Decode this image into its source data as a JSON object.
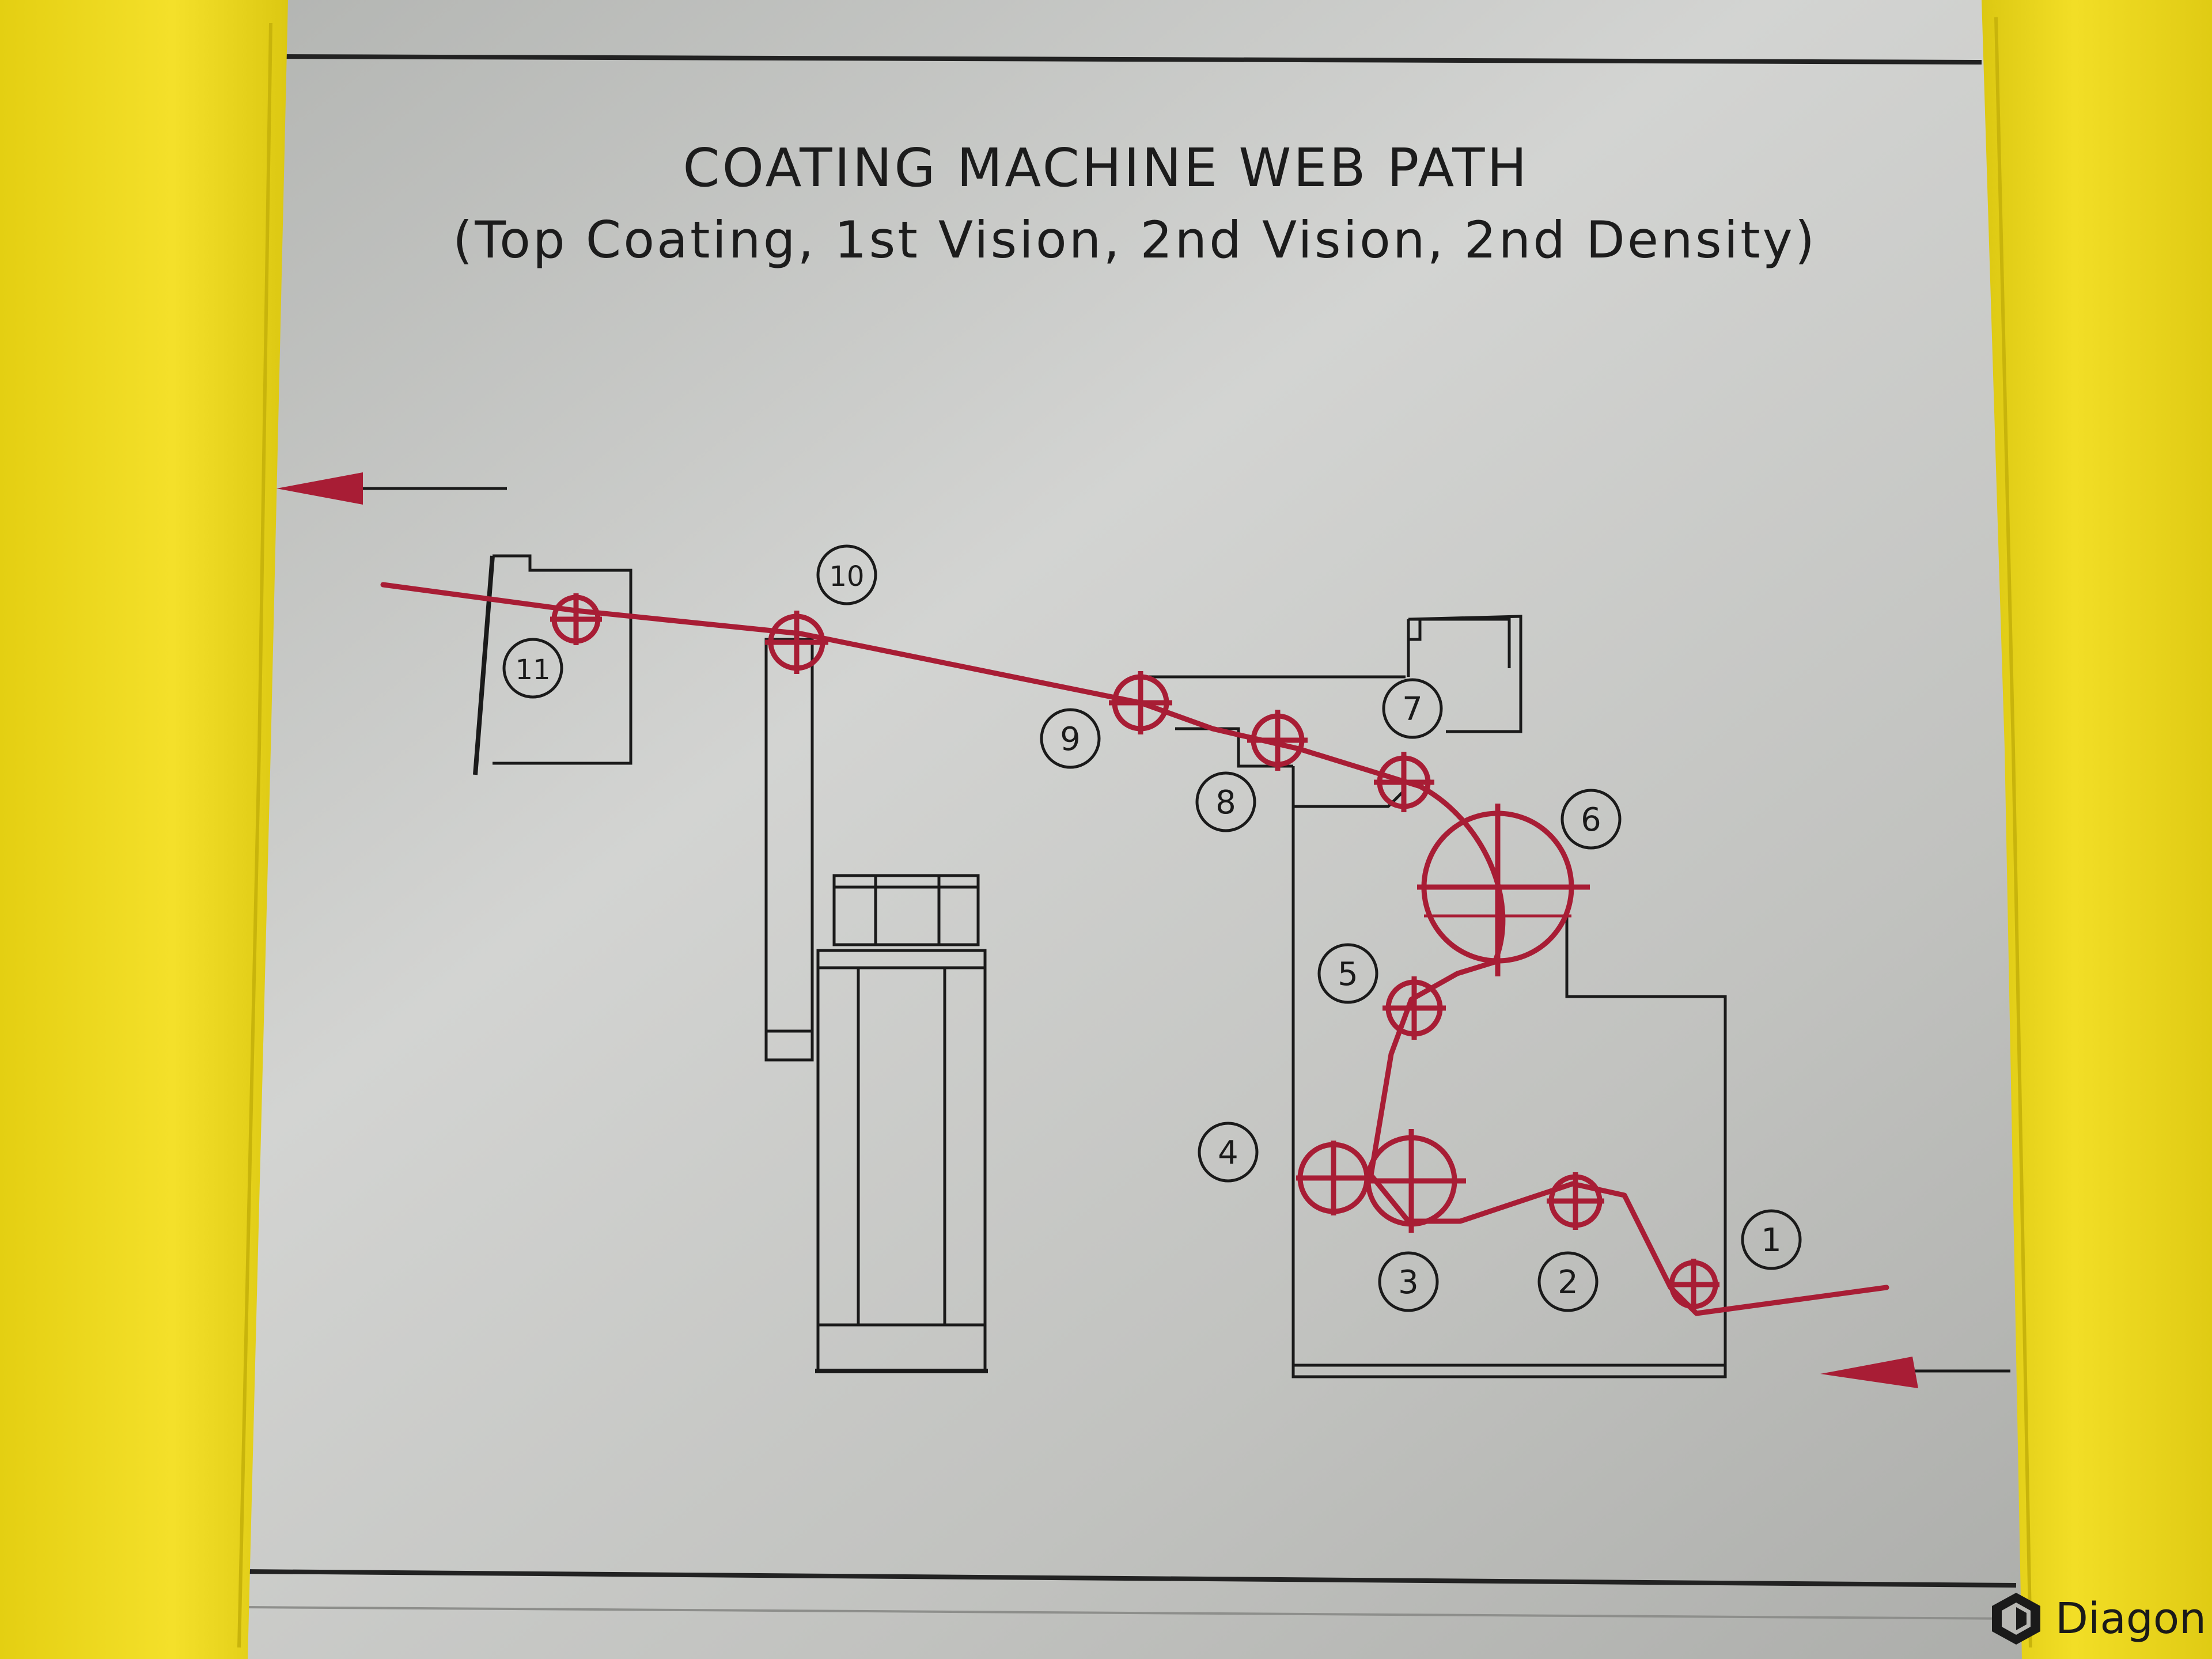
{
  "diagram": {
    "title": "COATING MACHINE WEB PATH",
    "subtitle": "(Top Coating, 1st Vision, 2nd Vision, 2nd Density)",
    "rollers": [
      {
        "id": "roller-1",
        "label": "1"
      },
      {
        "id": "roller-2",
        "label": "2"
      },
      {
        "id": "roller-3",
        "label": "3"
      },
      {
        "id": "roller-4",
        "label": "4"
      },
      {
        "id": "roller-5",
        "label": "5"
      },
      {
        "id": "roller-6",
        "label": "6"
      },
      {
        "id": "roller-7",
        "label": "7"
      },
      {
        "id": "roller-8",
        "label": "8"
      },
      {
        "id": "roller-9",
        "label": "9"
      },
      {
        "id": "roller-10",
        "label": "10"
      },
      {
        "id": "roller-11",
        "label": "11"
      }
    ],
    "colors": {
      "web_path": "#a81d35",
      "outline": "#1a1a1a",
      "tape": "#f2dd1e",
      "plate": "#c4c5c3"
    }
  },
  "watermark": {
    "text": "Diagon",
    "icon": "diagon-logo-icon"
  }
}
